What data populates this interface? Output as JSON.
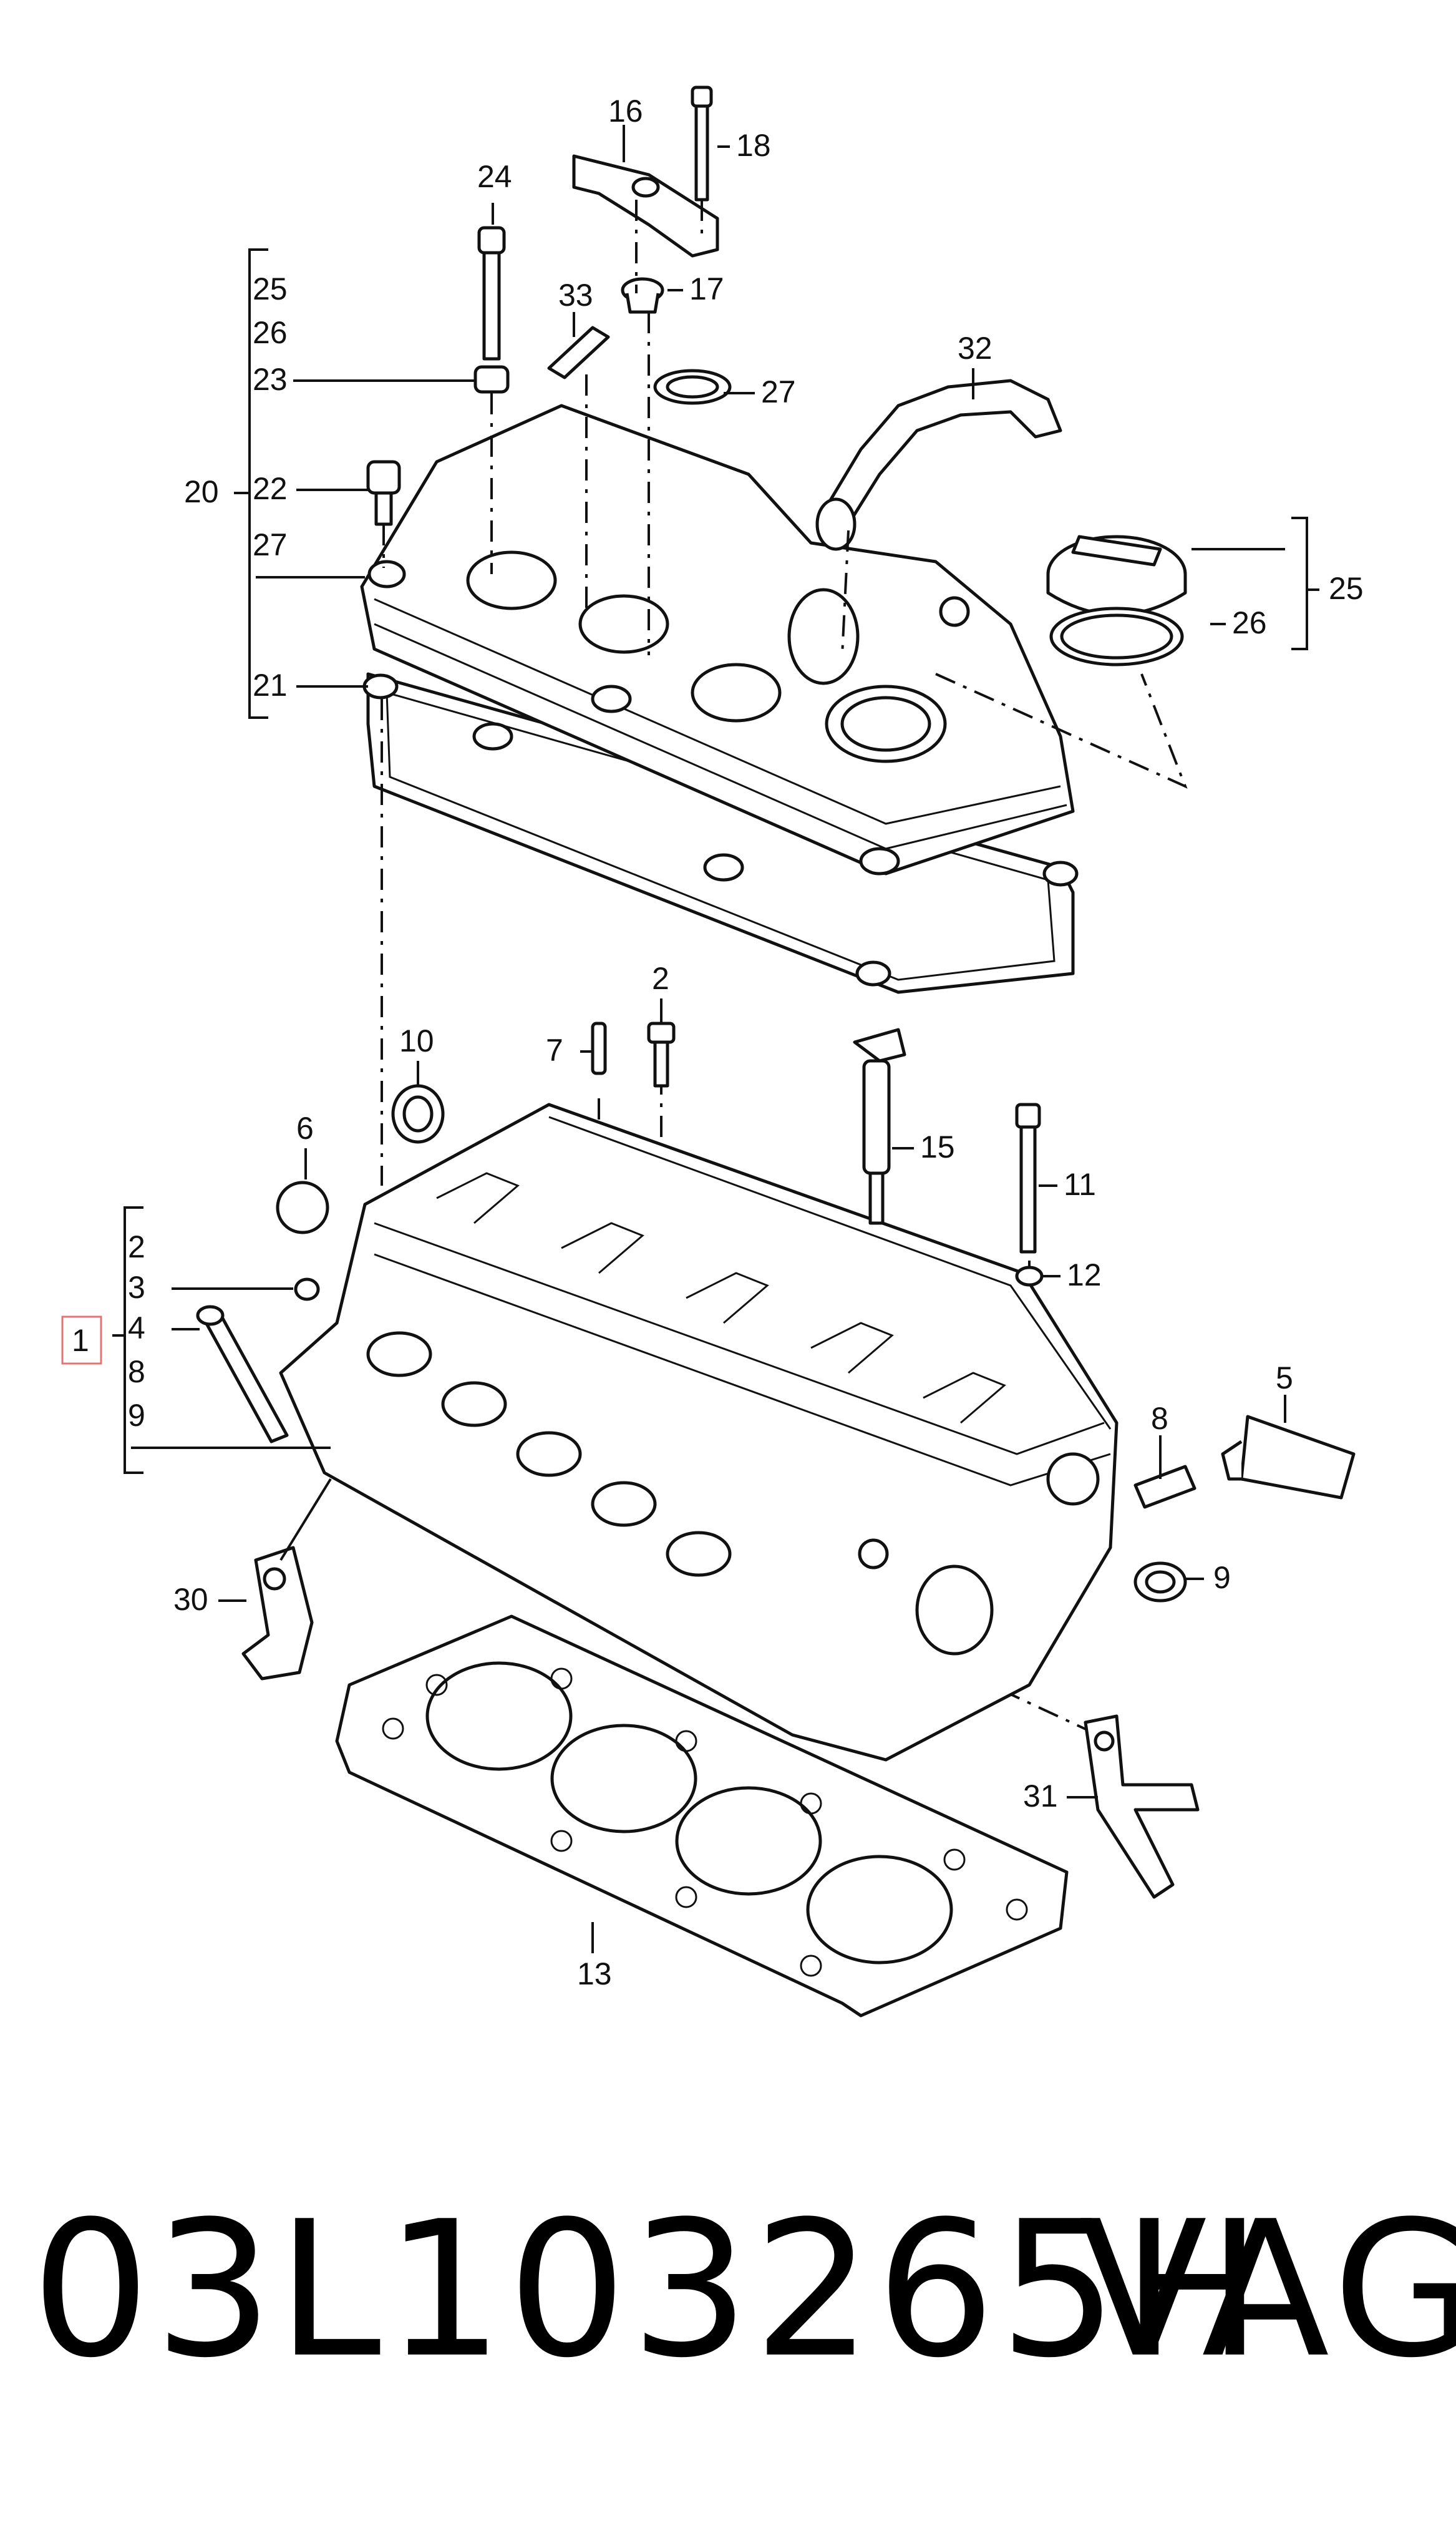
{
  "callouts": {
    "c1": "1",
    "c2a": "2",
    "c2b": "2",
    "c3": "3",
    "c4": "4",
    "c5": "5",
    "c6": "6",
    "c7": "7",
    "c8a": "8",
    "c8b": "8",
    "c9a": "9",
    "c9b": "9",
    "c10": "10",
    "c11": "11",
    "c12": "12",
    "c13": "13",
    "c15": "15",
    "c16": "16",
    "c17": "17",
    "c18": "18",
    "c20": "20",
    "c21": "21",
    "c22": "22",
    "c23": "23",
    "c24": "24",
    "c25a": "25",
    "c25b": "25",
    "c26a": "26",
    "c26b": "26",
    "c27a": "27",
    "c27b": "27",
    "c30": "30",
    "c31": "31",
    "c32": "32",
    "c33": "33"
  },
  "part_number": "03L103265H",
  "brand": "VAG",
  "colors": {
    "ink": "#111111",
    "highlight_box": "#e57373",
    "background": "#ffffff"
  }
}
